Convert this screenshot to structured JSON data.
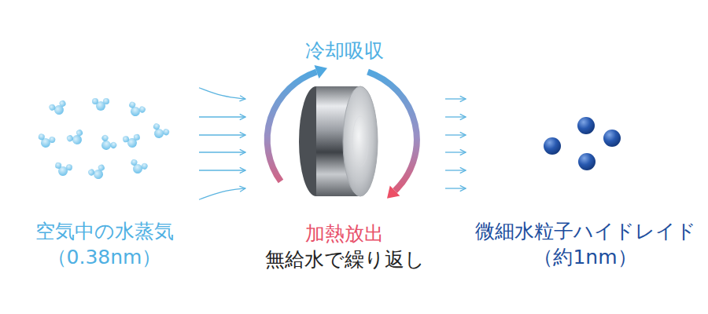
{
  "diagram": {
    "nodes": [
      {
        "text": [
          "空気中の水蒸気",
          "（0.38nm）"
        ]
      },
      {
        "text": [
          "冷却吸収",
          "加熱放出",
          "無給水で繰り返し"
        ]
      },
      {
        "text": [
          "微細水粒子ハイドレイド",
          "（約1nm）"
        ]
      }
    ],
    "edges": [
      {
        "from": 0,
        "to": 1,
        "arrow": "to"
      },
      {
        "from": 1,
        "to": 2,
        "arrow": "to"
      }
    ]
  }
}
